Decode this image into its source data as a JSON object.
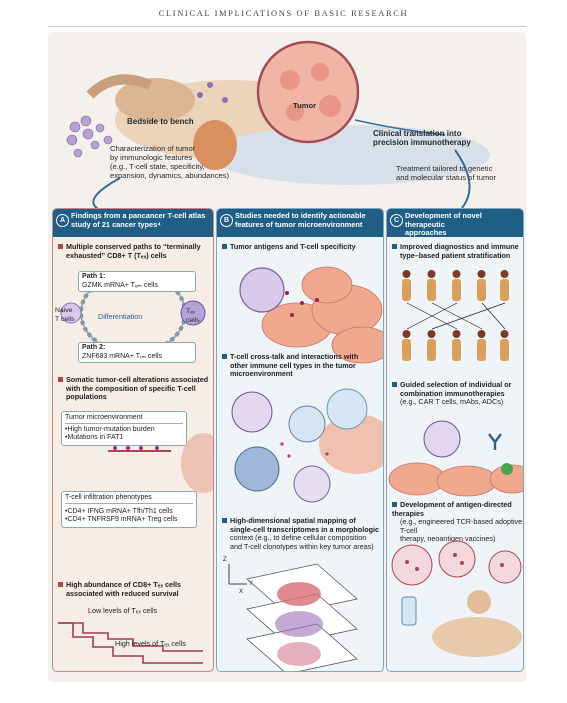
{
  "header": "CLINICAL IMPLICATIONS OF BASIC RESEARCH",
  "top": {
    "tumor": "Tumor",
    "bedside": "Bedside to bench",
    "characterization": [
      "Characterization of tumor",
      "by immunologic features",
      "(e.g., T-cell state, specificity,",
      "expansion, dynamics, abundances)"
    ],
    "clinical": [
      "Clinical translation into",
      "precision immunotherapy"
    ],
    "treatment": [
      "Treatment tailored to genetic",
      "and molecular status of tumor"
    ]
  },
  "panelA": {
    "badge": "A",
    "title": [
      "Findings from a pancancer T-cell atlas",
      "study of 21 cancer types⁴"
    ],
    "s1": [
      "Multiple conserved paths to “terminally",
      "exhausted” CD8+ T (Tₑₓ) cells"
    ],
    "path1": "Path 1:",
    "path1_text": "GZMK mRNA+ Tₑₘ cells",
    "naive": [
      "Naive",
      "T cells"
    ],
    "differentiation": "Differentiation",
    "tex": [
      "Tₑₓ",
      "cells"
    ],
    "path2": "Path 2:",
    "path2_text": "ZNF683 mRNA+ Tᵣₘ cells",
    "s2": [
      "Somatic tumor-cell alterations associated",
      "with the composition of specific T-cell",
      "populations"
    ],
    "tme_title": "Tumor microenvironment",
    "tme_items": [
      "•High tumor-mutation burden",
      "•Mutations in FAT1"
    ],
    "infil_title": "T-cell infiltration phenotypes",
    "infil_items": [
      "•CD4+ IFNG mRNA+ Tfh/Th1 cells",
      "•CD4+ TNFRSF9 mRNA+ Treg cells"
    ],
    "s3": [
      "High abundance of CD8+ Tₑₓ cells",
      "associated with reduced survival"
    ],
    "low": "Low levels of Tₑₓ cells",
    "high": "High levels of Tₑₓ cells"
  },
  "panelB": {
    "badge": "B",
    "title": [
      "Studies needed to identify actionable",
      "features of tumor microenvironment"
    ],
    "s1": "Tumor antigens and T-cell specificity",
    "s2": [
      "T-cell cross-talk and interactions with",
      "other immune cell types in the tumor",
      "microenvironment"
    ],
    "s3": [
      "High-dimensional spatial mapping of",
      "single-cell transcriptomes in a morphologic",
      "context (e.g., to define cellular composition",
      "and T-cell clonotypes within key tumor areas)"
    ],
    "axes": [
      "X",
      "Y",
      "Z"
    ]
  },
  "panelC": {
    "badge": "C",
    "title": [
      "Development of novel therapeutic",
      "approaches"
    ],
    "s1": [
      "Improved diagnostics and immune",
      "type–based patient stratification"
    ],
    "s2": [
      "Guided selection of individual or",
      "combination immunotherapies",
      "(e.g., CAR T cells, mAbs, ADCs)"
    ],
    "s3": [
      "Development of antigen-directed therapies",
      "(e.g., engineered TCR-based adoptive T-cell",
      "therapy, neoantigen vaccines)"
    ]
  },
  "colors": {
    "navy": "#1f5f86",
    "rose": "#b0444c",
    "tumor": "#e9a98c",
    "purple": "#8b6fb0",
    "skin": "#e8c9a8"
  }
}
